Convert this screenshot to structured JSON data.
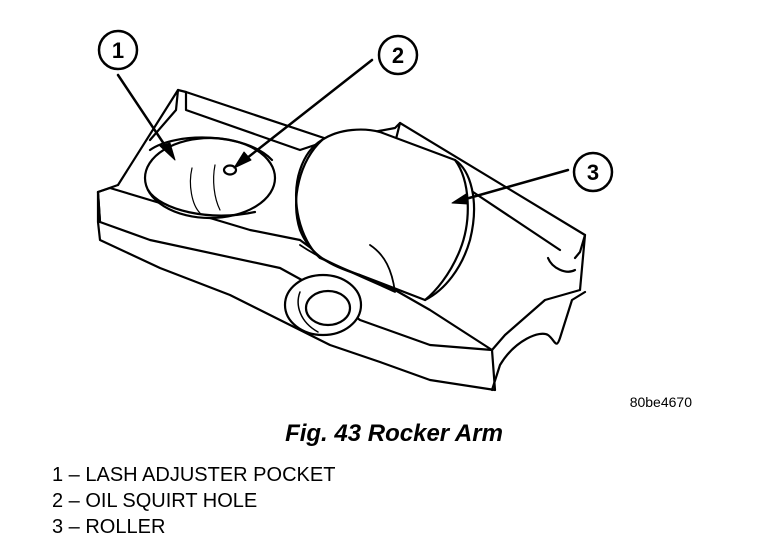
{
  "figure": {
    "caption": "Fig. 43 Rocker Arm",
    "reference_code": "80be4670",
    "callouts": [
      {
        "number": "1",
        "label": "LASH ADJUSTER POCKET"
      },
      {
        "number": "2",
        "label": "OIL SQUIRT HOLE"
      },
      {
        "number": "3",
        "label": "ROLLER"
      }
    ]
  },
  "legend": [
    "1 – LASH ADJUSTER POCKET",
    "2 – OIL SQUIRT HOLE",
    "3 – ROLLER"
  ],
  "colors": {
    "ink": "#000000",
    "paper": "#ffffff"
  }
}
